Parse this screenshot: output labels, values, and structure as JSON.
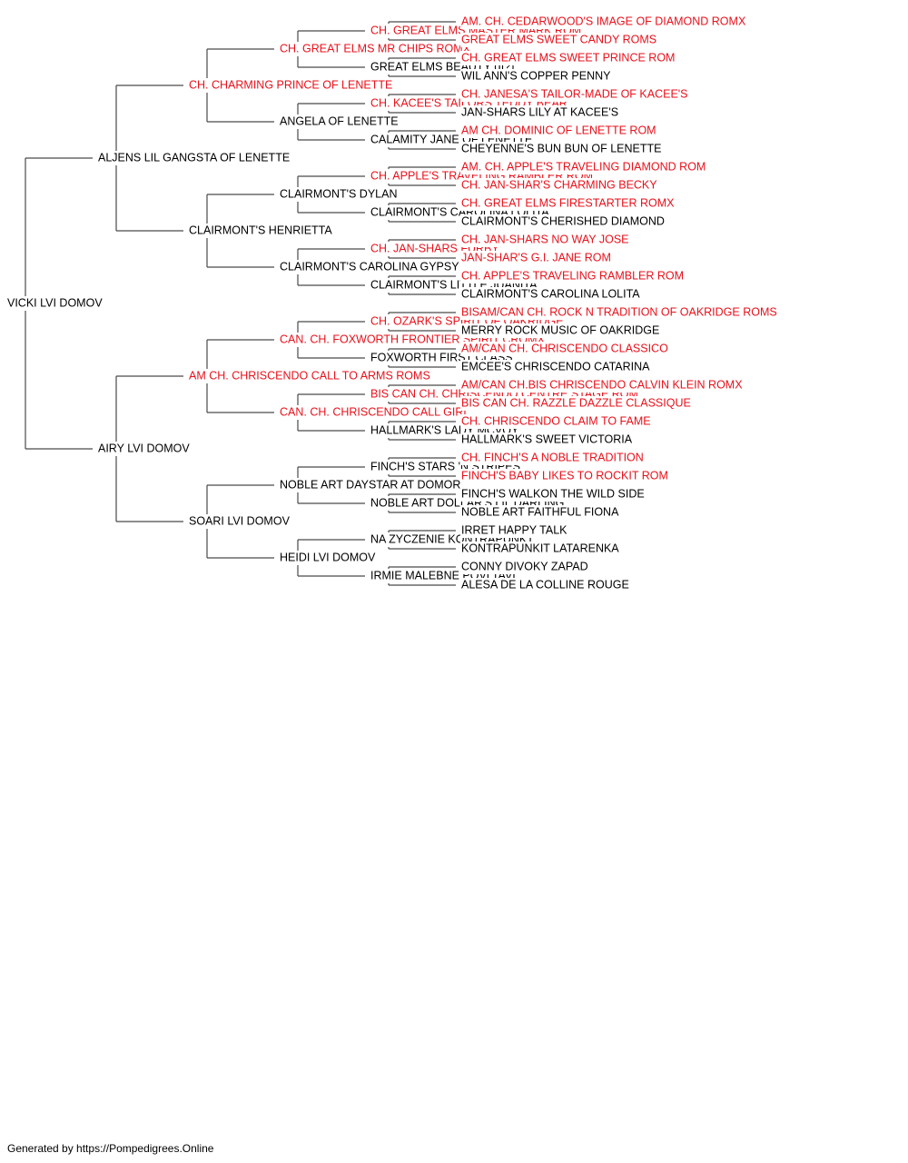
{
  "colors": {
    "titled": "#e8111b",
    "plain": "#000000",
    "connector": "#4a4a4a"
  },
  "pedigree": {
    "gen1": [
      {
        "name": "VICKI LVI DOMOV",
        "titled": false
      }
    ],
    "gen2": [
      {
        "name": "ALJENS LIL GANGSTA OF LENETTE",
        "titled": false
      },
      {
        "name": "AIRY LVI DOMOV",
        "titled": false
      }
    ],
    "gen3": [
      {
        "name": "CH. CHARMING PRINCE OF LENETTE",
        "titled": true
      },
      {
        "name": "CLAIRMONT'S HENRIETTA",
        "titled": false
      },
      {
        "name": "AM CH. CHRISCENDO CALL TO ARMS ROMS",
        "titled": true
      },
      {
        "name": "SOARI LVI DOMOV",
        "titled": false
      }
    ],
    "gen4": [
      {
        "name": "CH. GREAT ELMS MR CHIPS ROMX",
        "titled": true
      },
      {
        "name": "ANGELA OF LENETTE",
        "titled": false
      },
      {
        "name": "CLAIRMONT'S DYLAN",
        "titled": false
      },
      {
        "name": "CLAIRMONT'S CAROLINA GYPSY",
        "titled": false
      },
      {
        "name": "CAN. CH. FOXWORTH FRONTIER SPIRIT CROMX",
        "titled": true
      },
      {
        "name": "CAN. CH. CHRISCENDO CALL GIRL",
        "titled": true
      },
      {
        "name": "NOBLE ART DAYSTAR AT DOMOR",
        "titled": false
      },
      {
        "name": "HEIDI LVI DOMOV",
        "titled": false
      }
    ],
    "gen5": [
      {
        "name": "CH. GREAT ELMS MASTER MARK ROM",
        "titled": true
      },
      {
        "name": "GREAT ELMS BEAUTY (II?)",
        "titled": false
      },
      {
        "name": "CH. KACEE'S TAILORS TEDDY BEAR",
        "titled": true
      },
      {
        "name": "CALAMITY JANE OF LENETTE",
        "titled": false
      },
      {
        "name": "CH. APPLE'S TRAVELING RAMBLER ROM",
        "titled": true
      },
      {
        "name": "CLAIRMONT'S CAROLINA LOLITA",
        "titled": false
      },
      {
        "name": "CH. JAN-SHARS FURBY",
        "titled": true
      },
      {
        "name": "CLAIRMONT'S LITTLE JUANITA",
        "titled": false
      },
      {
        "name": "CH. OZARK'S SPIRIT OF OAKRIDGE",
        "titled": true
      },
      {
        "name": "FOXWORTH FIRST CLASS",
        "titled": false
      },
      {
        "name": "BIS CAN CH. CHRISCENDO CENTRE STAGE ROM",
        "titled": true
      },
      {
        "name": "HALLMARK'S LADY MCVOY",
        "titled": false
      },
      {
        "name": "FINCH'S STARS 'N STRIPES",
        "titled": false
      },
      {
        "name": "NOBLE ART DOLLAR'S LIL DARLING",
        "titled": false
      },
      {
        "name": "NA ZYCZENIE KONTRAPUNKT",
        "titled": false
      },
      {
        "name": "IRMIE MALEBNE POVLTAVI",
        "titled": false
      }
    ],
    "gen6": [
      {
        "name": "AM. CH. CEDARWOOD'S IMAGE OF DIAMOND ROMX",
        "titled": true
      },
      {
        "name": "GREAT ELMS SWEET CANDY ROMS",
        "titled": true
      },
      {
        "name": "CH. GREAT ELMS SWEET PRINCE ROM",
        "titled": true
      },
      {
        "name": "WIL ANN'S COPPER PENNY",
        "titled": false
      },
      {
        "name": "CH. JANESA'S TAILOR-MADE OF KACEE'S",
        "titled": true
      },
      {
        "name": "JAN-SHARS LILY AT KACEE'S",
        "titled": false
      },
      {
        "name": "AM CH. DOMINIC OF LENETTE ROM",
        "titled": true
      },
      {
        "name": "CHEYENNE'S BUN BUN OF LENETTE",
        "titled": false
      },
      {
        "name": "AM. CH. APPLE'S TRAVELING DIAMOND ROM",
        "titled": true
      },
      {
        "name": "CH. JAN-SHAR'S CHARMING BECKY",
        "titled": true
      },
      {
        "name": "CH. GREAT ELMS FIRESTARTER ROMX",
        "titled": true
      },
      {
        "name": "CLAIRMONT'S CHERISHED DIAMOND",
        "titled": false
      },
      {
        "name": "CH. JAN-SHARS NO WAY JOSE",
        "titled": true
      },
      {
        "name": "JAN-SHAR'S G.I. JANE ROM",
        "titled": true
      },
      {
        "name": "CH. APPLE'S TRAVELING RAMBLER ROM",
        "titled": true
      },
      {
        "name": "CLAIRMONT'S CAROLINA LOLITA",
        "titled": false
      },
      {
        "name": "BISAM/CAN CH. ROCK N TRADITION OF OAKRIDGE ROMS",
        "titled": true
      },
      {
        "name": "MERRY ROCK MUSIC OF OAKRIDGE",
        "titled": false
      },
      {
        "name": "AM/CAN CH. CHRISCENDO CLASSICO",
        "titled": true
      },
      {
        "name": "EMCEE'S CHRISCENDO CATARINA",
        "titled": false
      },
      {
        "name": "AM/CAN CH.BIS CHRISCENDO CALVIN KLEIN ROMX",
        "titled": true
      },
      {
        "name": "BIS CAN CH. RAZZLE DAZZLE CLASSIQUE",
        "titled": true
      },
      {
        "name": "CH. CHRISCENDO CLAIM TO FAME",
        "titled": true
      },
      {
        "name": "HALLMARK'S SWEET VICTORIA",
        "titled": false
      },
      {
        "name": "CH. FINCH'S A NOBLE TRADITION",
        "titled": true
      },
      {
        "name": "FINCH'S BABY LIKES TO ROCKIT ROM",
        "titled": true
      },
      {
        "name": "FINCH'S WALKON THE WILD SIDE",
        "titled": false
      },
      {
        "name": "NOBLE ART FAITHFUL FIONA",
        "titled": false
      },
      {
        "name": "IRRET HAPPY TALK",
        "titled": false
      },
      {
        "name": "KONTRAPUNKIT LATARENKA",
        "titled": false
      },
      {
        "name": "CONNY DIVOKY ZAPAD",
        "titled": false
      },
      {
        "name": "ALESA DE LA COLLINE ROUGE",
        "titled": false
      }
    ]
  },
  "footer": {
    "text": "Generated by https://Pompedigrees.Online"
  }
}
